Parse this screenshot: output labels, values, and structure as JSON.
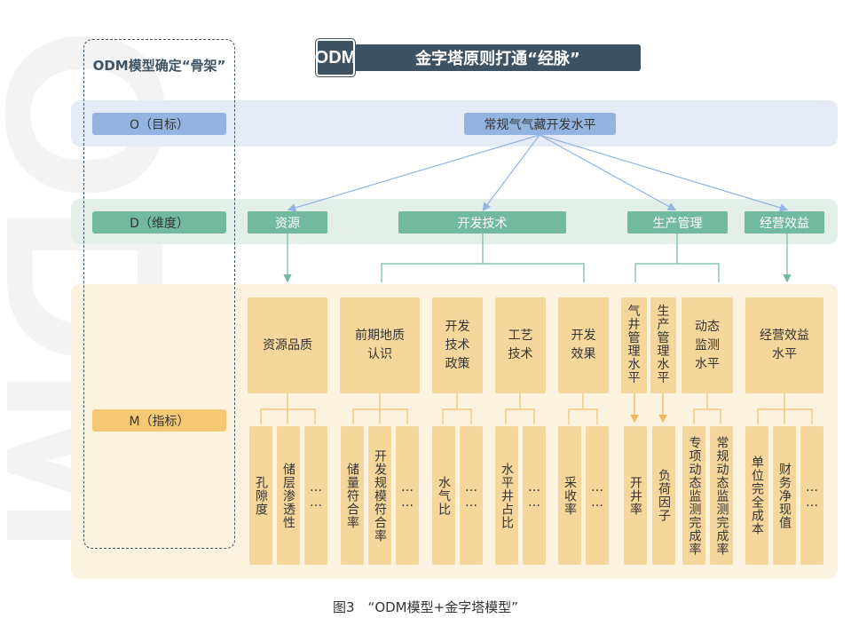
{
  "header": {
    "logo": "ODM",
    "title": "金字塔原则打通“经脉”"
  },
  "skeleton_label": "ODM模型确定“骨架”",
  "rows": {
    "o": {
      "label": "O（目标）",
      "item": "常规气气藏开发水平"
    },
    "d": {
      "label": "D（维度）",
      "items": [
        "资源",
        "开发技术",
        "生产管理",
        "经营效益"
      ]
    },
    "m": {
      "label": "M（指标）"
    }
  },
  "categories": [
    "资源品质",
    "前期地质\n认识",
    "开发\n技术\n政策",
    "工艺\n技术",
    "开发\n效果",
    "气\n井\n管\n理\n水\n平",
    "生\n产\n管\n理\n水\n平",
    "动态\n监测\n水平",
    "经营效益\n水平"
  ],
  "indicators": [
    "孔隙度",
    "储层渗透性",
    "……",
    "储量符合率",
    "开发规模符合率",
    "……",
    "水气比",
    "……",
    "水平井占比",
    "……",
    "采收率",
    "……",
    "开井率",
    "负荷因子",
    "专项动态监测完成率",
    "常规动态监测完成率",
    "单位完全成本",
    "财务净现值",
    "……"
  ],
  "caption": "图3　“ODM模型+金字塔模型”",
  "colors": {
    "o_band": "#e6ebf8",
    "d_band": "#e3f0ea",
    "m_band": "#fcf2e0",
    "o_label": "#93b4e0",
    "d_box": "#72b99f",
    "m_label": "#f5c873",
    "cat": "#f5d79c",
    "header": "#3d5364"
  }
}
